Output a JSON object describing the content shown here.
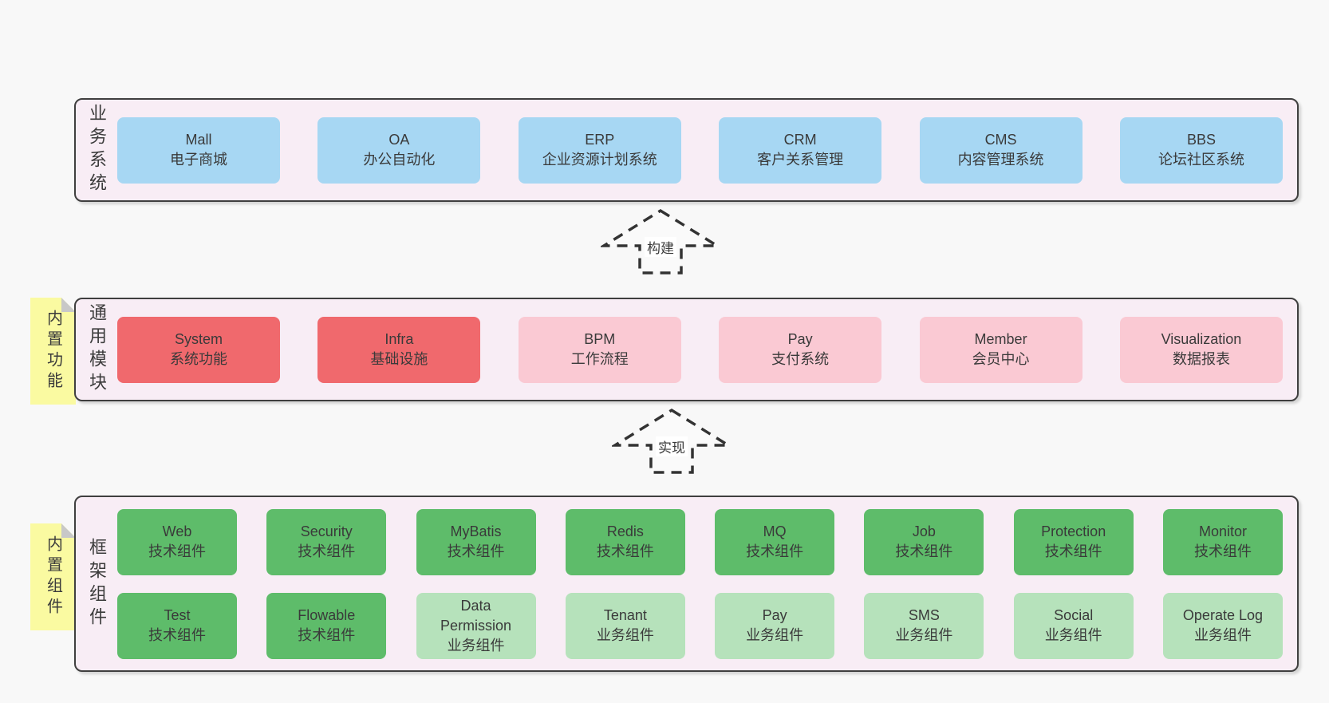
{
  "sections": [
    {
      "label": "业务系统",
      "note": null,
      "rows": [
        [
          {
            "title": "Mall",
            "subtitle": "电子商城",
            "variant": "blue"
          },
          {
            "title": "OA",
            "subtitle": "办公自动化",
            "variant": "blue"
          },
          {
            "title": "ERP",
            "subtitle": "企业资源计划系统",
            "variant": "blue"
          },
          {
            "title": "CRM",
            "subtitle": "客户关系管理",
            "variant": "blue"
          },
          {
            "title": "CMS",
            "subtitle": "内容管理系统",
            "variant": "blue"
          },
          {
            "title": "BBS",
            "subtitle": "论坛社区系统",
            "variant": "blue"
          }
        ]
      ]
    },
    {
      "label": "通用模块",
      "note": "内置功能",
      "rows": [
        [
          {
            "title": "System",
            "subtitle": "系统功能",
            "variant": "red"
          },
          {
            "title": "Infra",
            "subtitle": "基础设施",
            "variant": "red"
          },
          {
            "title": "BPM",
            "subtitle": "工作流程",
            "variant": "pink"
          },
          {
            "title": "Pay",
            "subtitle": "支付系统",
            "variant": "pink"
          },
          {
            "title": "Member",
            "subtitle": "会员中心",
            "variant": "pink"
          },
          {
            "title": "Visualization",
            "subtitle": "数据报表",
            "variant": "pink"
          }
        ]
      ]
    },
    {
      "label": "框架组件",
      "note": "内置组件",
      "rows": [
        [
          {
            "title": "Web",
            "subtitle": "技术组件",
            "variant": "green"
          },
          {
            "title": "Security",
            "subtitle": "技术组件",
            "variant": "green"
          },
          {
            "title": "MyBatis",
            "subtitle": "技术组件",
            "variant": "green"
          },
          {
            "title": "Redis",
            "subtitle": "技术组件",
            "variant": "green"
          },
          {
            "title": "MQ",
            "subtitle": "技术组件",
            "variant": "green"
          },
          {
            "title": "Job",
            "subtitle": "技术组件",
            "variant": "green"
          },
          {
            "title": "Protection",
            "subtitle": "技术组件",
            "variant": "green"
          },
          {
            "title": "Monitor",
            "subtitle": "技术组件",
            "variant": "green"
          }
        ],
        [
          {
            "title": "Test",
            "subtitle": "技术组件",
            "variant": "green"
          },
          {
            "title": "Flowable",
            "subtitle": "技术组件",
            "variant": "green"
          },
          {
            "title": "Data Permission",
            "subtitle": "业务组件",
            "variant": "lightgreen"
          },
          {
            "title": "Tenant",
            "subtitle": "业务组件",
            "variant": "lightgreen"
          },
          {
            "title": "Pay",
            "subtitle": "业务组件",
            "variant": "lightgreen"
          },
          {
            "title": "SMS",
            "subtitle": "业务组件",
            "variant": "lightgreen"
          },
          {
            "title": "Social",
            "subtitle": "业务组件",
            "variant": "lightgreen"
          },
          {
            "title": "Operate Log",
            "subtitle": "业务组件",
            "variant": "lightgreen"
          }
        ]
      ]
    }
  ],
  "arrows": [
    {
      "label": "构建"
    },
    {
      "label": "实现"
    }
  ],
  "colors": {
    "blue": "#a7d7f3",
    "red": "#f0696d",
    "pink": "#fac9d3",
    "green": "#5ebc6a",
    "lightgreen": "#b6e2bb",
    "note": "#fafaa1",
    "note_fold": "#c8c8c8",
    "container_fill": "#f8edf5",
    "container_border": "#3f3f3f",
    "background": "#f8f8f8",
    "text": "#3a3a3a"
  }
}
